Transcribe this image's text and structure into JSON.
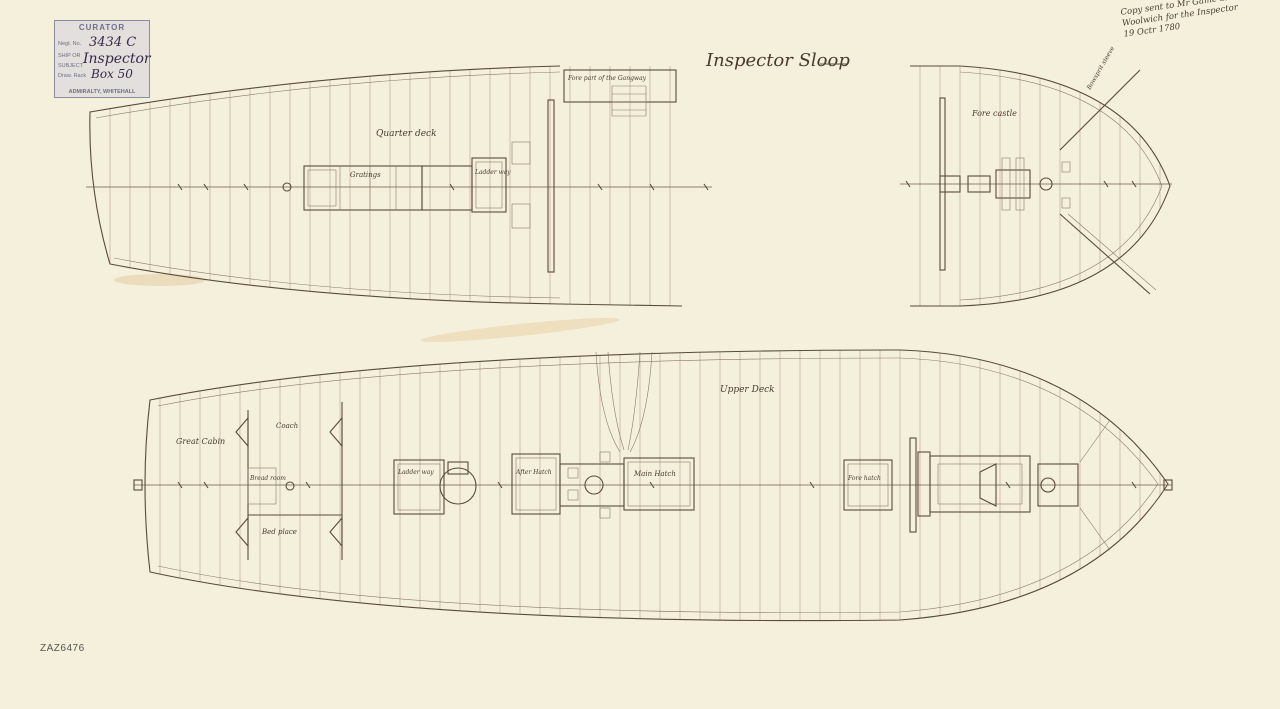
{
  "title": "Inspector Sloop",
  "stamp": {
    "heading": "CURATOR",
    "row1_label": "Negt. No.",
    "row1_value": "3434 C",
    "row2_label": "SHIP OR",
    "row2_value": "Inspector",
    "row3_label": "SUBJECT",
    "row4_label": "Draw. Rack",
    "row4_value": "Box 50",
    "footer": "ADMIRALTY, WHITEHALL"
  },
  "note": {
    "line1": "Copy sent to Mr Game at",
    "line2": "Woolwich for the Inspector",
    "line3": "19 Octr 1780"
  },
  "reference": "ZAZ6476",
  "labels": {
    "quarter_deck": "Quarter deck",
    "fore_castle": "Fore castle",
    "upper_deck": "Upper Deck",
    "gratings": "Gratings",
    "ladder_way": "Ladder way",
    "gangway_note": "Fore part of the Gangway",
    "great_cabin": "Great Cabin",
    "bread_room": "Bread room",
    "coach": "Coach",
    "bed_place": "Bed place",
    "ladder_way_upper": "Ladder way",
    "after_hatch": "After Hatch",
    "main_hatch": "Main Hatch",
    "fore_hatch": "Fore hatch",
    "bowsprit_note": "Bowsprit steeve"
  },
  "colors": {
    "paper": "#f5f0dc",
    "ink": "#5a4a3a",
    "plank": "#c7b3a3",
    "stamp": "#8c8ca0"
  }
}
